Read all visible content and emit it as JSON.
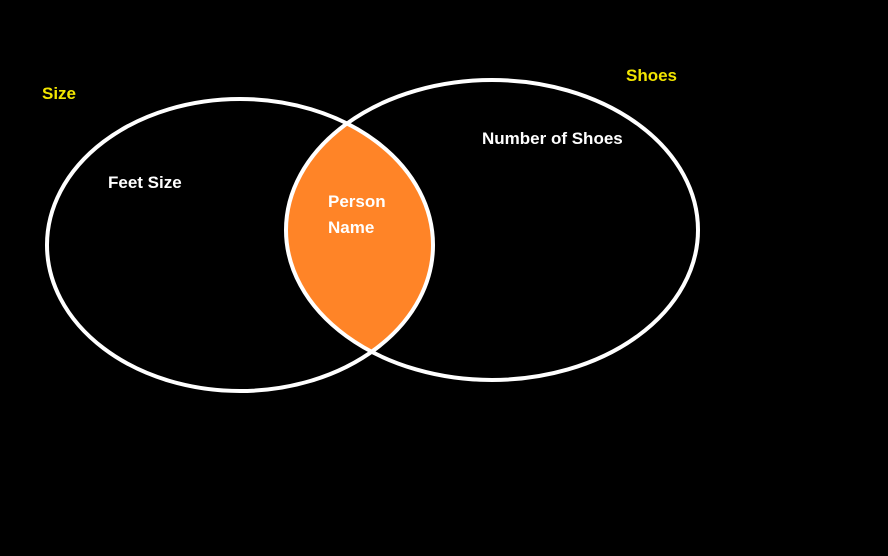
{
  "diagram": {
    "type": "venn",
    "colors": {
      "background": "#000000",
      "circle_stroke": "#ffffff",
      "intersection_fill": "#ff8427",
      "set_title": "#f2e500",
      "region_text": "#ffffff"
    },
    "sets": [
      {
        "title": "Size",
        "region_label": "Feet Size"
      },
      {
        "title": "Shoes",
        "region_label": "Number of Shoes"
      }
    ],
    "intersection": {
      "line1": "Person",
      "line2": "Name"
    }
  }
}
